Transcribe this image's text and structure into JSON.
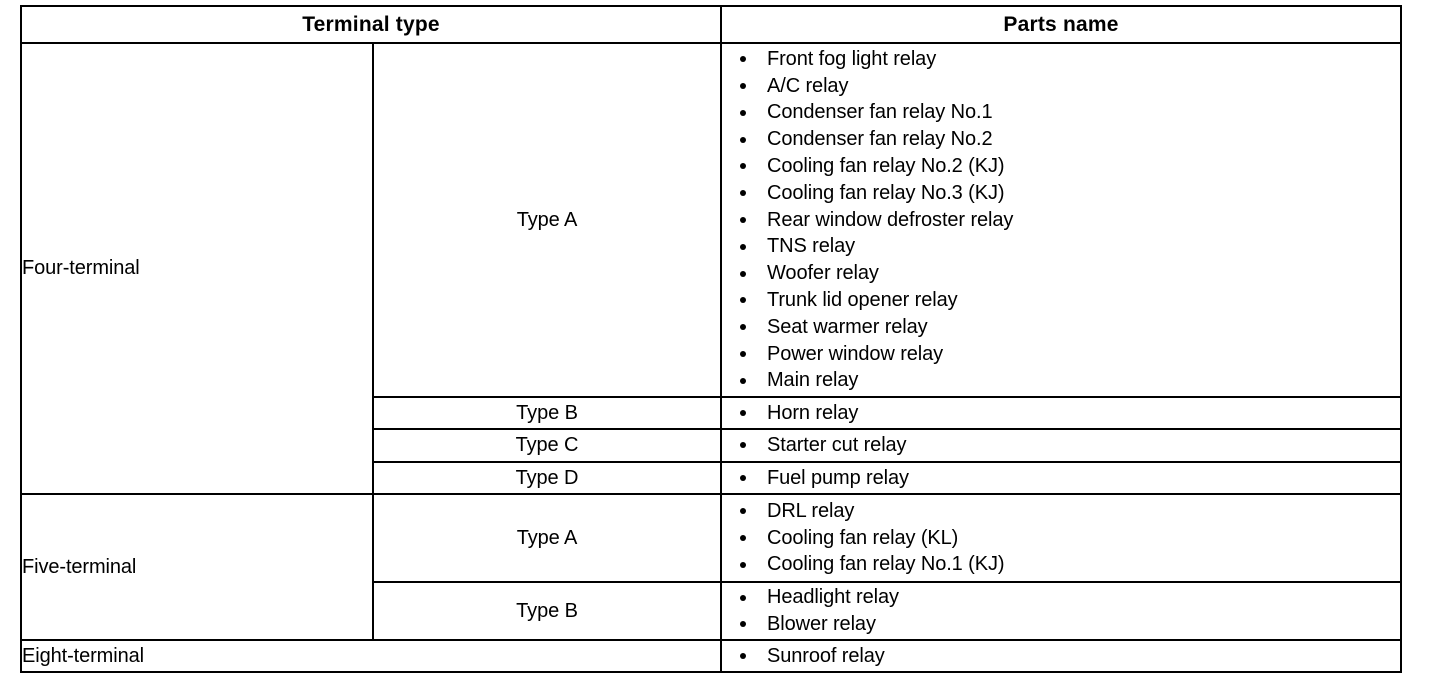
{
  "table": {
    "headers": {
      "terminal_type": "Terminal type",
      "parts_name": "Parts name"
    },
    "groups": [
      {
        "terminal": "Four-terminal",
        "types": [
          {
            "type": "Type A",
            "parts": [
              "Front fog light relay",
              "A/C relay",
              "Condenser fan relay No.1",
              "Condenser fan relay No.2",
              "Cooling fan relay No.2 (KJ)",
              "Cooling fan relay No.3 (KJ)",
              "Rear window defroster relay",
              "TNS relay",
              "Woofer relay",
              "Trunk lid opener relay",
              "Seat warmer relay",
              "Power window relay",
              "Main relay"
            ]
          },
          {
            "type": "Type B",
            "parts": [
              "Horn relay"
            ]
          },
          {
            "type": "Type C",
            "parts": [
              "Starter cut relay"
            ]
          },
          {
            "type": "Type D",
            "parts": [
              "Fuel pump relay"
            ]
          }
        ]
      },
      {
        "terminal": "Five-terminal",
        "types": [
          {
            "type": "Type A",
            "parts": [
              "DRL relay",
              "Cooling fan relay (KL)",
              "Cooling fan relay No.1 (KJ)"
            ]
          },
          {
            "type": "Type B",
            "parts": [
              "Headlight relay",
              "Blower relay"
            ]
          }
        ]
      },
      {
        "terminal": "Eight-terminal",
        "types": [
          {
            "type": "",
            "parts": [
              "Sunroof relay"
            ]
          }
        ]
      }
    ]
  },
  "colors": {
    "border": "#000000",
    "text": "#000000",
    "background": "#ffffff"
  }
}
